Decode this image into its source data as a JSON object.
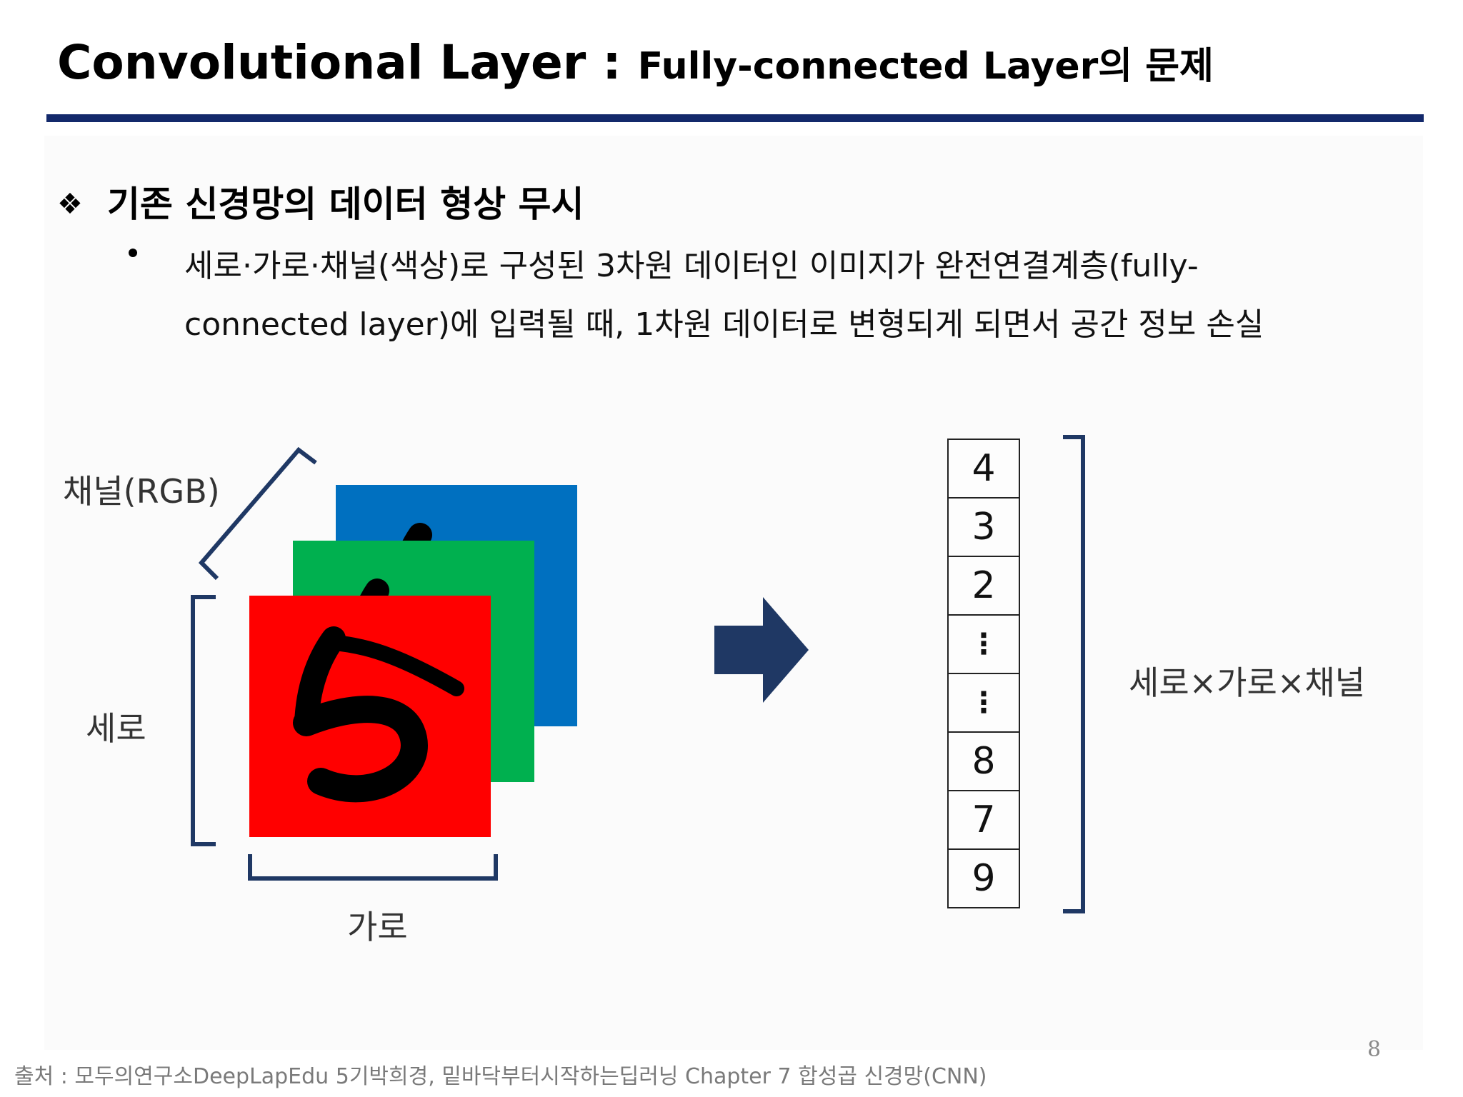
{
  "title": {
    "main": "Convolutional Layer",
    "separator": " : ",
    "sub": "Fully-connected Layer의 문제"
  },
  "colors": {
    "title_rule": "#13296b",
    "diagram_navy": "#1f3864",
    "channel_blue": "#0070c0",
    "channel_green": "#00b04f",
    "channel_red": "#ff0000"
  },
  "section": {
    "marker": "❖",
    "heading": "기존 신경망의 데이터 형상 무시",
    "bullet_line1": "세로·가로·채널(색상)로 구성된 3차원 데이터인 이미지가 완전연결계층(fully-",
    "bullet_line2": "connected layer)에 입력될 때, 1차원 데이터로 변형되게 되면서 공간 정보 손실"
  },
  "diagram": {
    "channel_label": "채널(RGB)",
    "height_label": "세로",
    "width_label": "가로",
    "digit": "5",
    "vector_cells": [
      "4",
      "3",
      "2",
      "⋮",
      "⋮",
      "8",
      "7",
      "9"
    ],
    "vector_label": "세로×가로×채널"
  },
  "footer": {
    "page_number": "8",
    "source": "출처 : 모두의연구소DeepLapEdu 5기박희경, 밑바닥부터시작하는딥러닝 Chapter 7 합성곱 신경망(CNN)"
  }
}
